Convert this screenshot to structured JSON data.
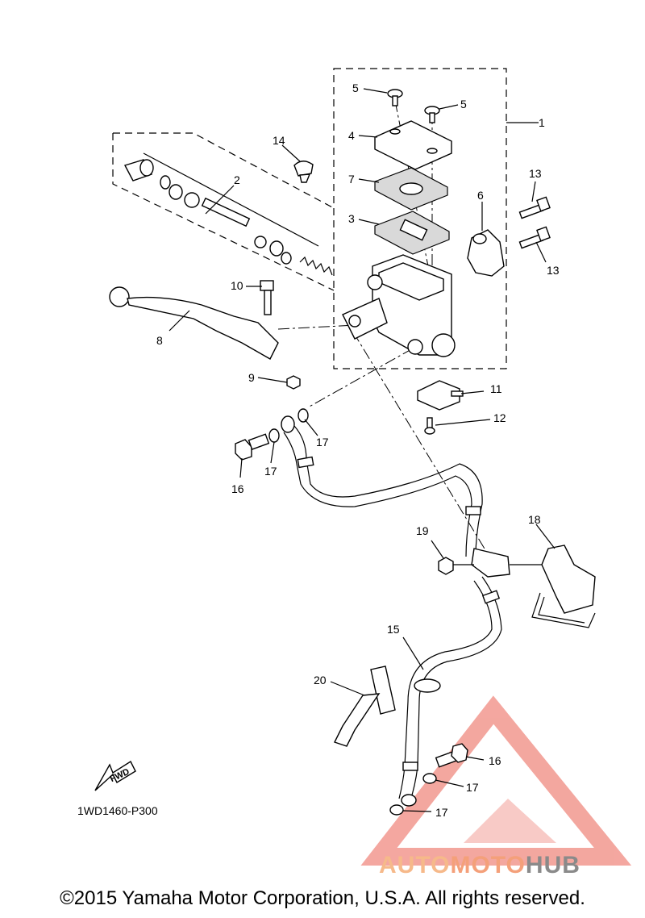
{
  "diagram": {
    "drawing_code": "1WD1460-P300",
    "fwd_label": "FWD",
    "callouts": {
      "c1": "1",
      "c2": "2",
      "c3": "3",
      "c4": "4",
      "c5a": "5",
      "c5b": "5",
      "c6": "6",
      "c7": "7",
      "c8": "8",
      "c9": "9",
      "c10": "10",
      "c11": "11",
      "c12": "12",
      "c13a": "13",
      "c13b": "13",
      "c14": "14",
      "c15": "15",
      "c16a": "16",
      "c16b": "16",
      "c17a": "17",
      "c17b": "17",
      "c17c": "17",
      "c17d": "17",
      "c18": "18",
      "c19": "19",
      "c20": "20"
    }
  },
  "watermark": {
    "brand_part1": "AUTO",
    "brand_part2": "MOTO",
    "brand_part3": "HUB",
    "triangle_color": "#f08a80"
  },
  "footer": {
    "copyright": "©2015 Yamaha Motor Corporation, U.S.A. All rights reserved."
  }
}
